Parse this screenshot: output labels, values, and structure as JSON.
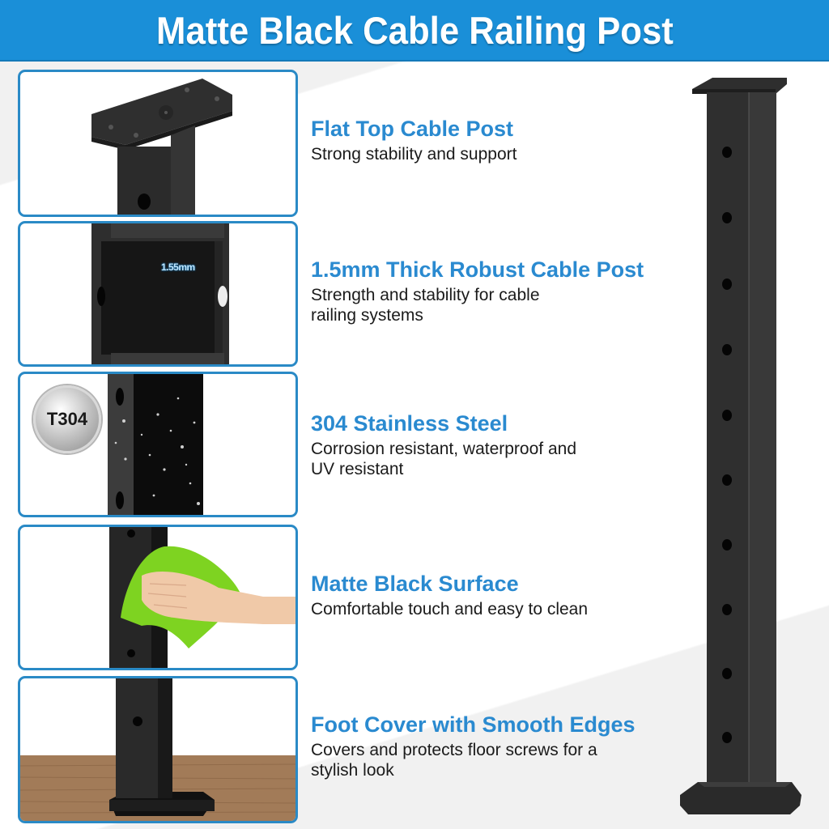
{
  "header": {
    "title": "Matte Black Cable Railing Post",
    "background_color": "#1a8fd8"
  },
  "panels": [
    {
      "name": "flat-top-closeup",
      "image": "flat-top-plate-icon"
    },
    {
      "name": "wall-thickness-closeup",
      "image": "cross-section-icon",
      "dimension_label": "1.55mm"
    },
    {
      "name": "stainless-closeup",
      "image": "water-droplets-icon",
      "badge": "T304"
    },
    {
      "name": "matte-surface-closeup",
      "image": "hand-cleaning-cloth-icon"
    },
    {
      "name": "foot-cover-closeup",
      "image": "base-plate-on-wood-icon"
    }
  ],
  "features": [
    {
      "title": "Flat Top Cable Post",
      "description": "Strong stability and support"
    },
    {
      "title": "1.5mm Thick Robust Cable Post",
      "description": "Strength and stability for cable\nrailing systems"
    },
    {
      "title": "304 Stainless Steel",
      "description": "Corrosion resistant, waterproof and\nUV resistant"
    },
    {
      "title": "Matte Black Surface",
      "description": "Comfortable touch and easy to clean"
    },
    {
      "title": "Foot Cover with Smooth Edges",
      "description": "Covers and protects floor screws for a\nstylish look"
    }
  ],
  "colors": {
    "accent": "#2a8ad0",
    "panel_border": "#2a8ac6",
    "post": "#2b2b2b",
    "cloth": "#7ed321"
  },
  "product_image": {
    "name": "full-cable-railing-post",
    "hole_count": 10
  }
}
